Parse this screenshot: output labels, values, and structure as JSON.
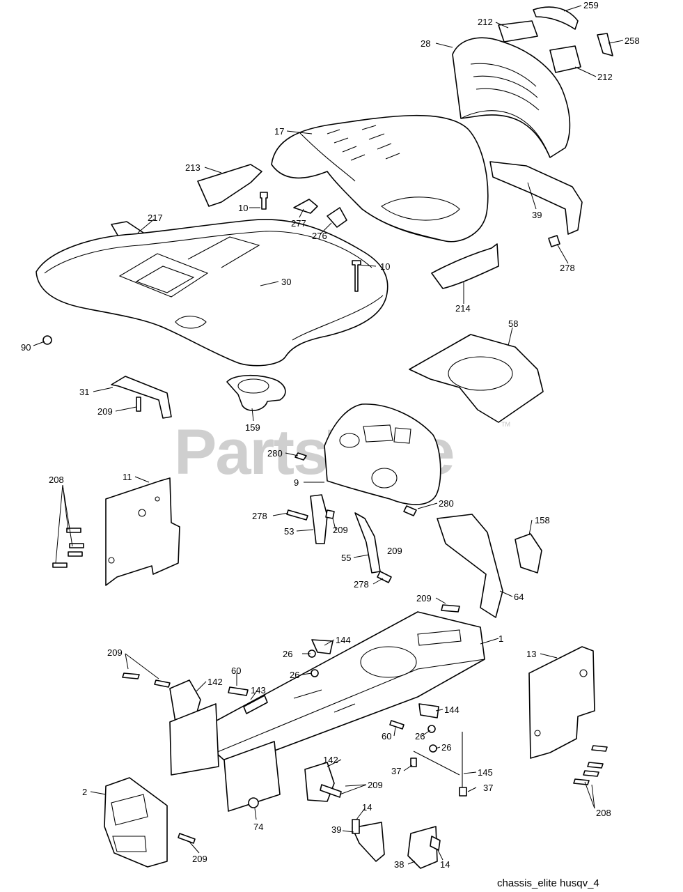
{
  "watermark": {
    "text": "PartsTree",
    "tm": "TM"
  },
  "caption": "chassis_elite husqv_4",
  "callouts": [
    "259",
    "212",
    "28",
    "258",
    "212",
    "17",
    "213",
    "39",
    "10",
    "277",
    "276",
    "278",
    "217",
    "10",
    "30",
    "214",
    "90",
    "58",
    "31",
    "209",
    "159",
    "280",
    "11",
    "208",
    "9",
    "280",
    "209",
    "278",
    "53",
    "209",
    "55",
    "158",
    "278",
    "209",
    "64",
    "1",
    "144",
    "26",
    "209",
    "13",
    "26",
    "60",
    "142",
    "143",
    "144",
    "60",
    "26",
    "26",
    "37",
    "145",
    "142",
    "209",
    "37",
    "2",
    "74",
    "14",
    "39",
    "208",
    "209",
    "38",
    "14"
  ]
}
